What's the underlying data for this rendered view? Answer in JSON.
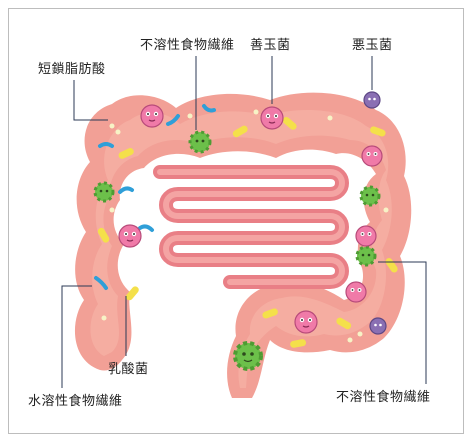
{
  "labels": {
    "fiber_top": "不溶性食物繊維",
    "good_bacteria": "善玉菌",
    "bad_bacteria": "悪玉菌",
    "scfa": "短鎖脂肪酸",
    "lactobacillus": "乳酸菌",
    "fiber_soluble": "水溶性食物繊維",
    "fiber_bottom": "不溶性食物繊維"
  },
  "colors": {
    "colon_wall": "#f2a096",
    "colon_inner": "#f8b8ac",
    "small_intestine": "#e97f86",
    "small_intestine_inner": "#f4a4a3",
    "good_bacteria": "#f07aa8",
    "bad_bacteria": "#8a6fb3",
    "lactobacillus": "#f4e04a",
    "soluble_fiber": "#2f9fd8",
    "insoluble_fiber": "#6cc04a",
    "scfa_dots": "#f7f3c6"
  }
}
